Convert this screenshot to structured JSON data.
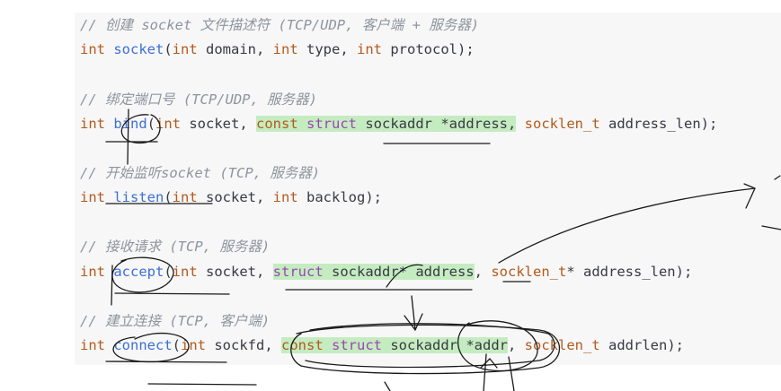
{
  "code": {
    "comment_socket": "// 创建 socket 文件描述符 (TCP/UDP, 客户端 + 服务器)",
    "comment_bind": "// 绑定端口号 (TCP/UDP, 服务器)",
    "comment_listen": "// 开始监听socket (TCP, 服务器)",
    "comment_accept": "// 接收请求 (TCP, 服务器)",
    "comment_connect": "// 建立连接 (TCP, 客户端)",
    "socket": {
      "t0": "int ",
      "t1": "socket",
      "t2": "(",
      "t3": "int",
      "t4": " domain, ",
      "t5": "int",
      "t6": " type, ",
      "t7": "int",
      "t8": " protocol);"
    },
    "bind": {
      "t0": "int ",
      "t1": "bind",
      "t2": "(",
      "t3": "int",
      "t4": " socket, ",
      "t5": "const",
      "t6": " ",
      "t7": "struct",
      "t8": " sockaddr *address,",
      "t9": " ",
      "t10": "socklen_t",
      "t11": " address_len);"
    },
    "listen": {
      "t0": "int ",
      "t1": "listen",
      "t2": "(",
      "t3": "int",
      "t4": " socket, ",
      "t5": "int",
      "t6": " backlog);"
    },
    "accept": {
      "t0": "int ",
      "t1": "accept",
      "t2": "(",
      "t3": "int",
      "t4": " socket, ",
      "t5": "struct",
      "t6": " sockaddr* address",
      "t7": ", ",
      "t8": "socklen_t",
      "t9": "* address_len);"
    },
    "connect": {
      "t0": "int ",
      "t1": "connect",
      "t2": "(",
      "t3": "int",
      "t4": " sockfd, ",
      "t5": "const",
      "t6": " ",
      "t7": "struct",
      "t8": " sockaddr *addr",
      "t9": ", ",
      "t10": "socklen_t",
      "t11": " addrlen);"
    }
  },
  "colors": {
    "keyword": "#b35a1b",
    "function": "#3d6fd6",
    "struct_keyword": "#9d44b5",
    "comment": "#8e949e",
    "highlight": "#c5ecc1",
    "ink": "#1a1a1a"
  }
}
